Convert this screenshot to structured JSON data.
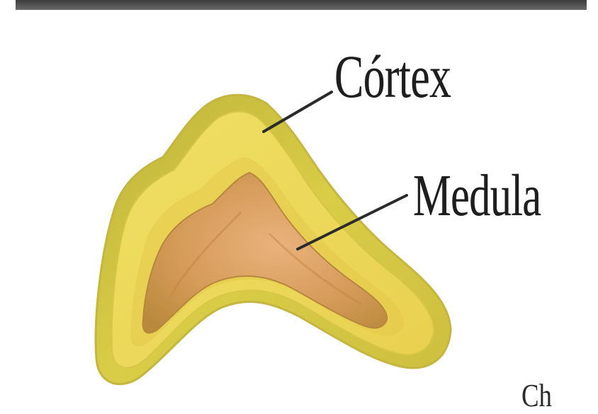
{
  "labels": {
    "cortex": "Córtex",
    "medula": "Medula",
    "corner": "Ch"
  },
  "colors": {
    "cortex_outer": "#d8cc3a",
    "cortex_inner": "#f0df5a",
    "medulla": "#d59a5a",
    "medulla_core": "#e8ae78",
    "leader_line": "#2b2b2b",
    "top_rule": "#4a4a4a"
  }
}
